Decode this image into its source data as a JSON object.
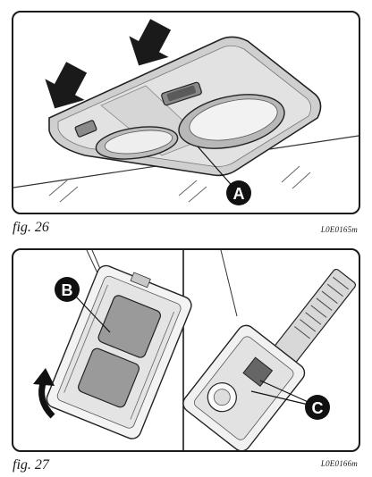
{
  "figures": [
    {
      "caption": "fig. 26",
      "code": "L0E0165m",
      "callouts": [
        "A"
      ],
      "icons": [
        "push-arrow-icon",
        "push-arrow-icon"
      ]
    },
    {
      "caption": "fig. 27",
      "code": "L0E0166m",
      "callouts": [
        "B",
        "C"
      ],
      "icons": [
        "curved-arrow-icon"
      ]
    }
  ]
}
